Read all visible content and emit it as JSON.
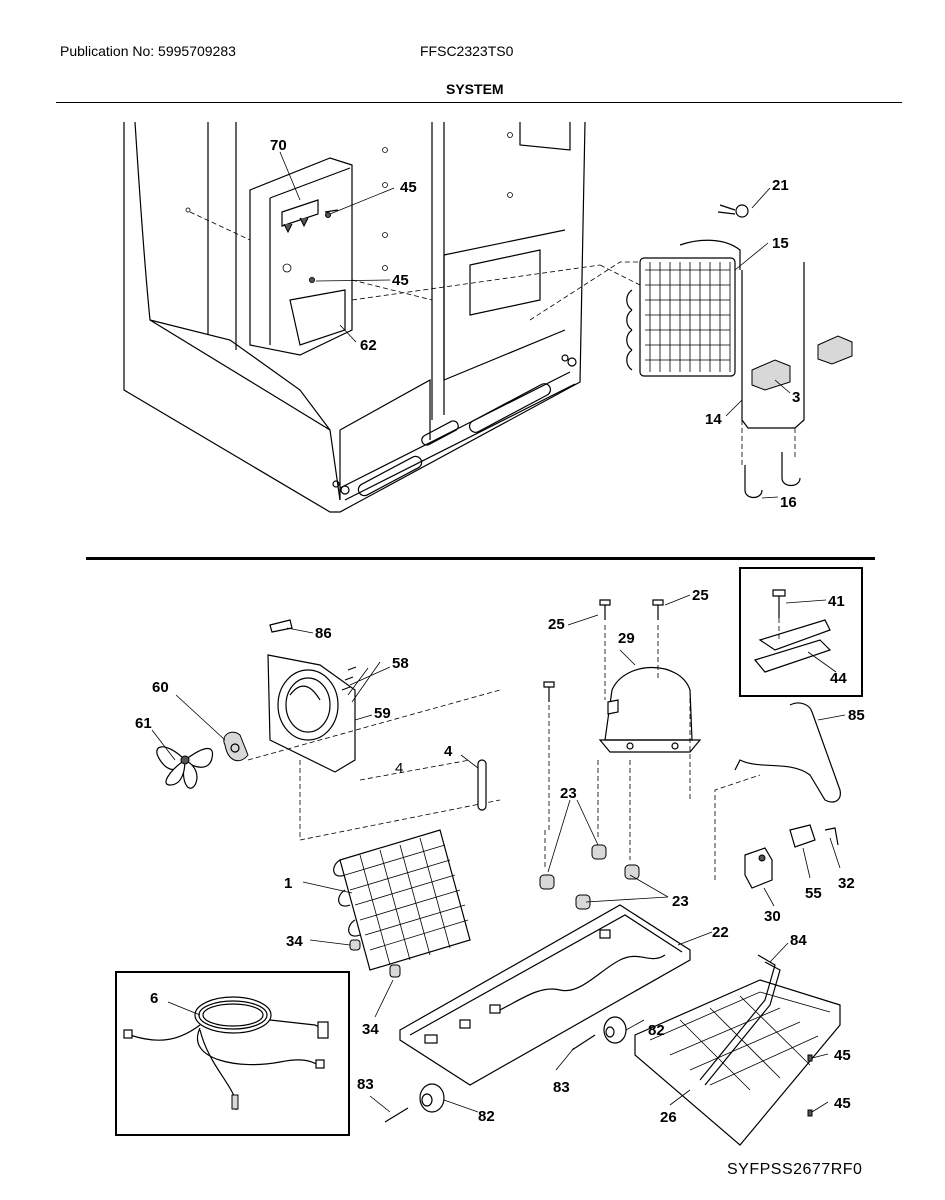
{
  "header": {
    "publication": "Publication No: 5995709283",
    "model": "FFSC2323TS0",
    "section_title": "SYSTEM"
  },
  "footer": {
    "diagram_code": "SYFPSS2677RF0"
  },
  "callouts": {
    "c70": "70",
    "c45a": "45",
    "c45b": "45",
    "c62": "62",
    "c21": "21",
    "c15": "15",
    "c3": "3",
    "c14": "14",
    "c16": "16",
    "c86": "86",
    "c58": "58",
    "c59": "59",
    "c60": "60",
    "c61": "61",
    "c4a": "4",
    "c4b": "4",
    "c25a": "25",
    "c25b": "25",
    "c29": "29",
    "c41": "41",
    "c44": "44",
    "c85": "85",
    "c23a": "23",
    "c23b": "23",
    "c1": "1",
    "c34a": "34",
    "c34b": "34",
    "c22": "22",
    "c30": "30",
    "c55": "55",
    "c32": "32",
    "c84": "84",
    "c6": "6",
    "c82a": "82",
    "c82b": "82",
    "c83a": "83",
    "c83b": "83",
    "c45c": "45",
    "c45d": "45",
    "c26": "26"
  }
}
